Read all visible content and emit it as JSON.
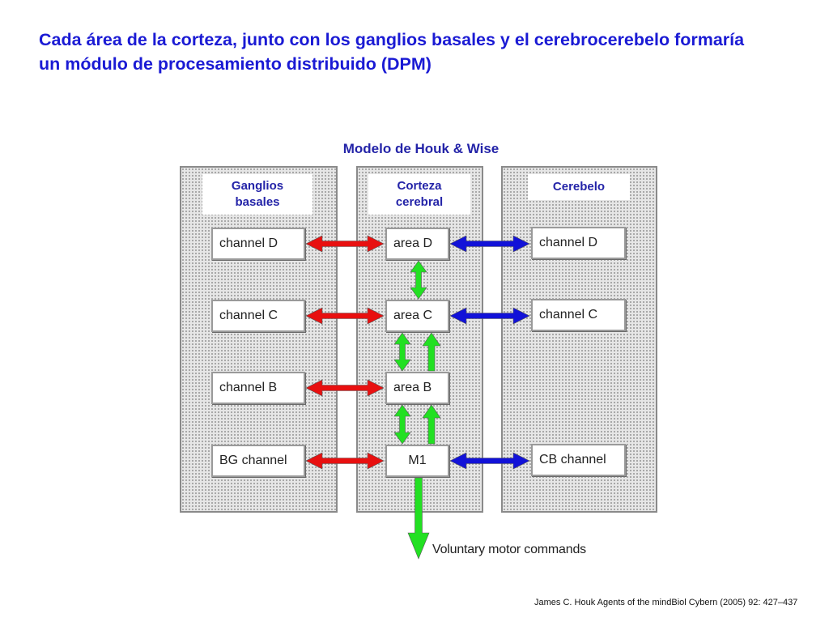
{
  "title_lines": [
    "Cada área de la corteza, junto con los ganglios basales y el cerebrocerebelo formaría",
    "un módulo de procesamiento distribuido (DPM)"
  ],
  "diagram": {
    "title": "Modelo de Houk & Wise",
    "columns": {
      "basal_ganglia": {
        "label_lines": [
          "Ganglios",
          "basales"
        ],
        "nodes": [
          "channel D",
          "channel C",
          "channel B",
          "BG channel"
        ]
      },
      "cortex": {
        "label_lines": [
          "Corteza",
          "cerebral"
        ],
        "nodes": [
          "area D",
          "area C",
          "area B",
          "M1"
        ]
      },
      "cerebellum": {
        "label_lines": [
          "Cerebelo"
        ],
        "nodes": [
          "channel D",
          "channel C",
          "CB channel"
        ]
      }
    },
    "output_label": "Voluntary motor commands",
    "colors": {
      "basal_ganglia_arrows": "#e81010",
      "cerebellum_arrows": "#1212d8",
      "cortex_arrows": "#22e022",
      "title_text": "#1a1ad4",
      "label_text": "#2424a8"
    }
  },
  "citation": "James C. Houk Agents of the mindBiol Cybern (2005) 92: 427–437"
}
